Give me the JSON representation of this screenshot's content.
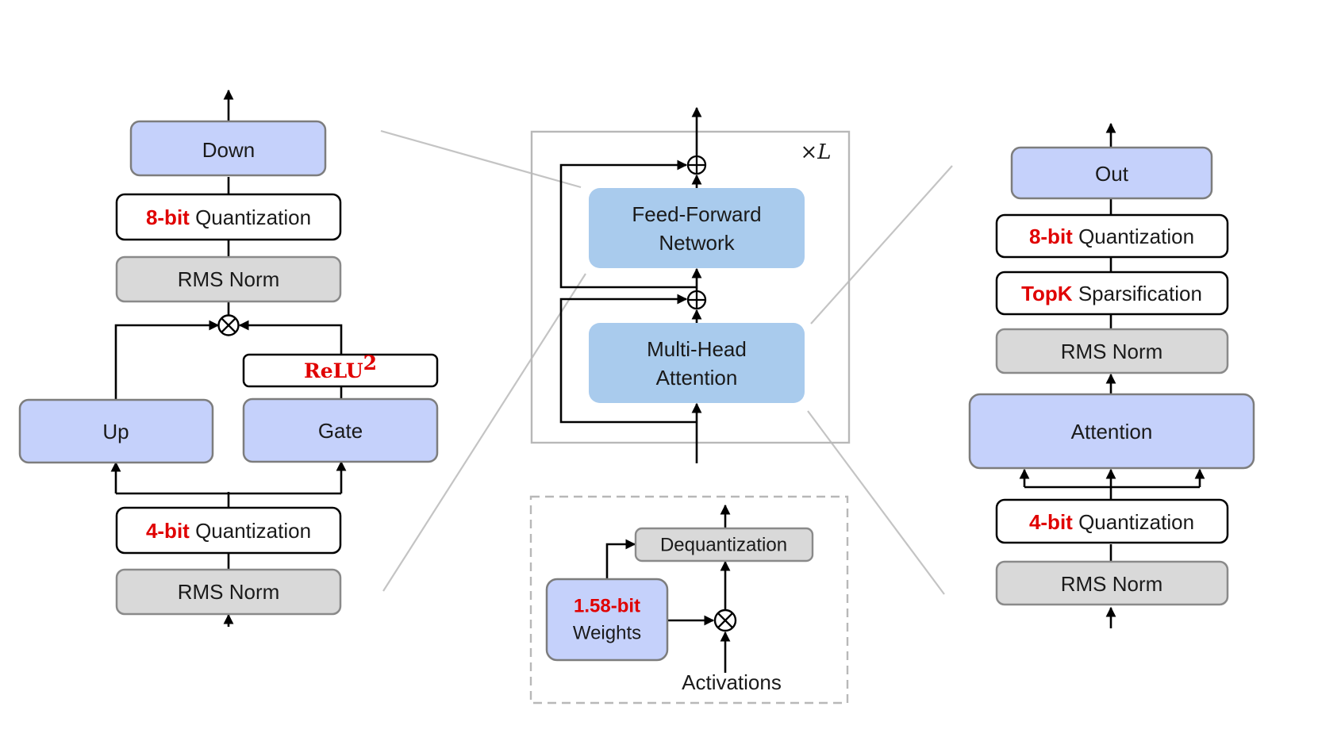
{
  "colors": {
    "lavender": "#c5d1fb",
    "gray_box": "#d9d9d9",
    "blue_box": "#a9cbed",
    "highlight_red": "#e00000",
    "frame": "#b8b8b8"
  },
  "ffn": {
    "down": "Down",
    "quant8_bits": "8-bit",
    "quant8_text": "Quantization",
    "rms_norm_top": "RMS Norm",
    "relu_base": "ReLU",
    "relu_exp": "2",
    "up": "Up",
    "gate": "Gate",
    "quant4_bits": "4-bit",
    "quant4_text": "Quantization",
    "rms_norm_bottom": "RMS Norm"
  },
  "block": {
    "repeat": "×L",
    "ffn_line1": "Feed-Forward",
    "ffn_line2": "Network",
    "mha_line1": "Multi-Head",
    "mha_line2": "Attention"
  },
  "bitlinear": {
    "dequant": "Dequantization",
    "weights_bits": "1.58-bit",
    "weights_text": "Weights",
    "activations": "Activations"
  },
  "attn": {
    "out": "Out",
    "quant8_bits": "8-bit",
    "quant8_text": "Quantization",
    "topk_bits": "TopK",
    "topk_text": "Sparsification",
    "rms_norm_top": "RMS Norm",
    "attention": "Attention",
    "quant4_bits": "4-bit",
    "quant4_text": "Quantization",
    "rms_norm_bottom": "RMS Norm"
  }
}
